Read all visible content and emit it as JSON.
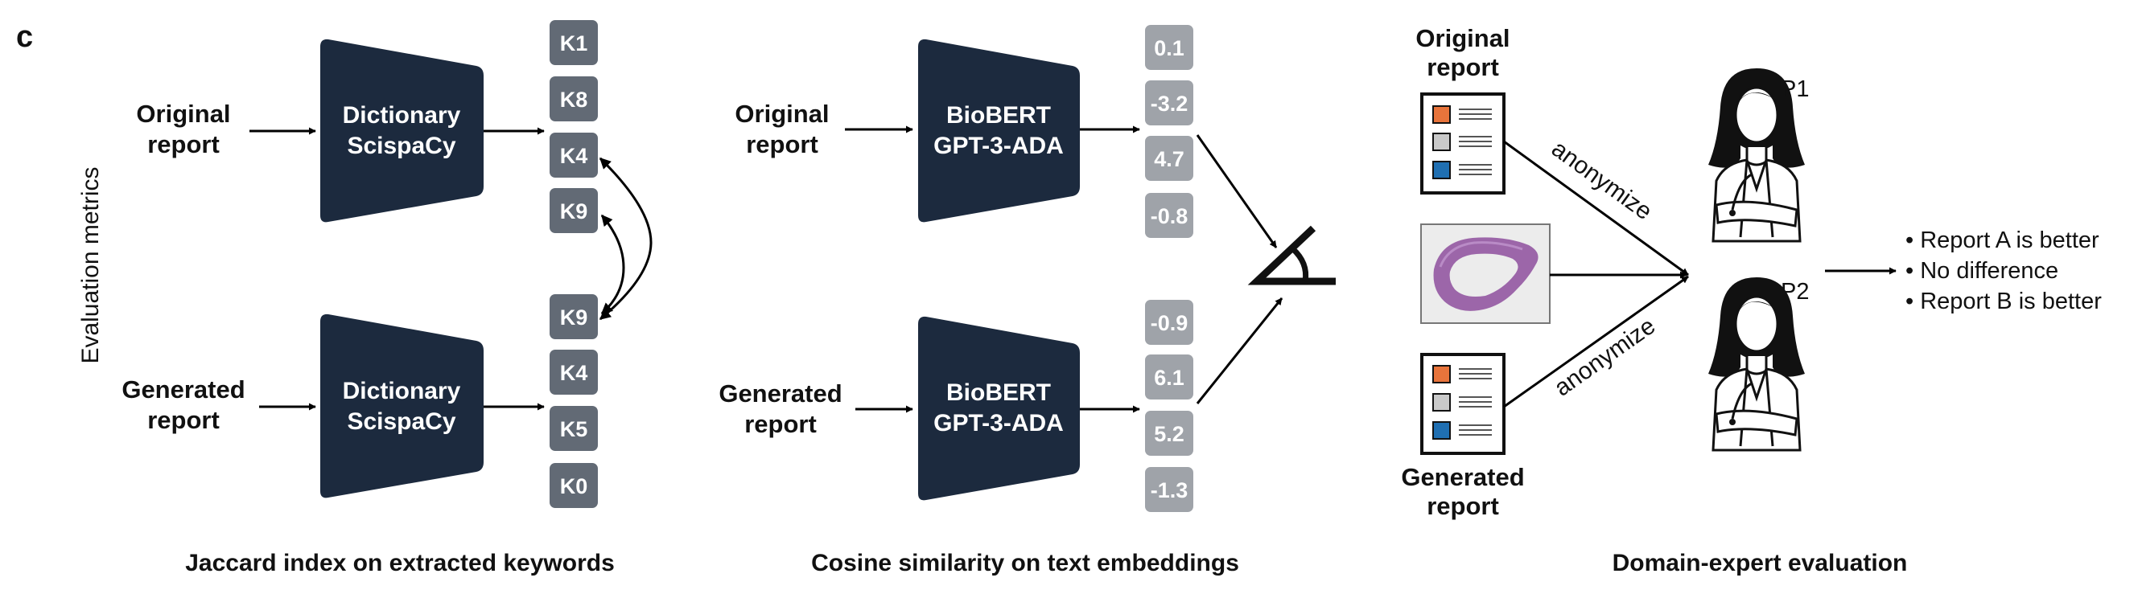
{
  "panel_label": "c",
  "side_label": "Evaluation metrics",
  "jaccard": {
    "caption": "Jaccard index on extracted keywords",
    "input_top": [
      "Original",
      "report"
    ],
    "input_bottom": [
      "Generated",
      "report"
    ],
    "model_top": [
      "Dictionary",
      "ScispaCy"
    ],
    "model_bottom": [
      "Dictionary",
      "ScispaCy"
    ],
    "keywords_top": [
      "K1",
      "K8",
      "K4",
      "K9"
    ],
    "keywords_bottom": [
      "K9",
      "K4",
      "K5",
      "K0"
    ]
  },
  "cosine": {
    "caption": "Cosine similarity on text embeddings",
    "input_top": [
      "Original",
      "report"
    ],
    "input_bottom": [
      "Generated",
      "report"
    ],
    "model_top": [
      "BioBERT",
      "GPT-3-ADA"
    ],
    "model_bottom": [
      "BioBERT",
      "GPT-3-ADA"
    ],
    "embedding_top": [
      "0.1",
      "-3.2",
      "4.7",
      "-0.8"
    ],
    "embedding_bottom": [
      "-0.9",
      "6.1",
      "5.2",
      "-1.3"
    ]
  },
  "expert": {
    "caption": "Domain-expert evaluation",
    "report_top": [
      "Original",
      "report"
    ],
    "report_bottom": [
      "Generated",
      "report"
    ],
    "anonymize_top": "anonymize",
    "anonymize_bottom": "anonymize",
    "p1": "P1",
    "p2": "P2",
    "outcomes": [
      "• Report A is better",
      "• No difference",
      "• Report B is better"
    ],
    "doc_colors": [
      "#e8743b",
      "#c9c9c9",
      "#1f6fb2"
    ]
  },
  "colors": {
    "model_box": "#1c2a3e",
    "keyword_box": "#626a75",
    "embedding_box": "#9fa3a9"
  }
}
